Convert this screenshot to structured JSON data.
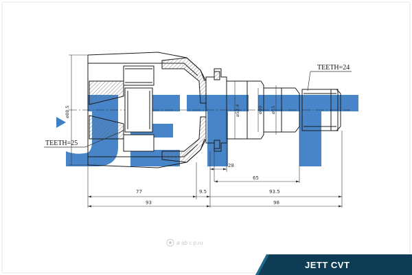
{
  "background_logo": {
    "text": "JETT",
    "color": "#3f7fc6"
  },
  "annotations": {
    "teeth_right": "TEETH=24",
    "teeth_left": "TEETH=25"
  },
  "diameters": {
    "housing": "ø88.5",
    "flange": "ø52.4",
    "shaft_a": "ø40",
    "shaft_b": "ø55"
  },
  "dimensions": {
    "d28": "28",
    "d65": "65",
    "d77": "77",
    "d9_5": "9.5",
    "d93_5": "93.5",
    "d93": "93",
    "d98": "98"
  },
  "watermark": "ø ab c p.ru",
  "banner": {
    "text": "JETT CVT",
    "color": "#0d3c54"
  },
  "colors": {
    "line": "#1a1a1a",
    "hatch": "#555555"
  }
}
